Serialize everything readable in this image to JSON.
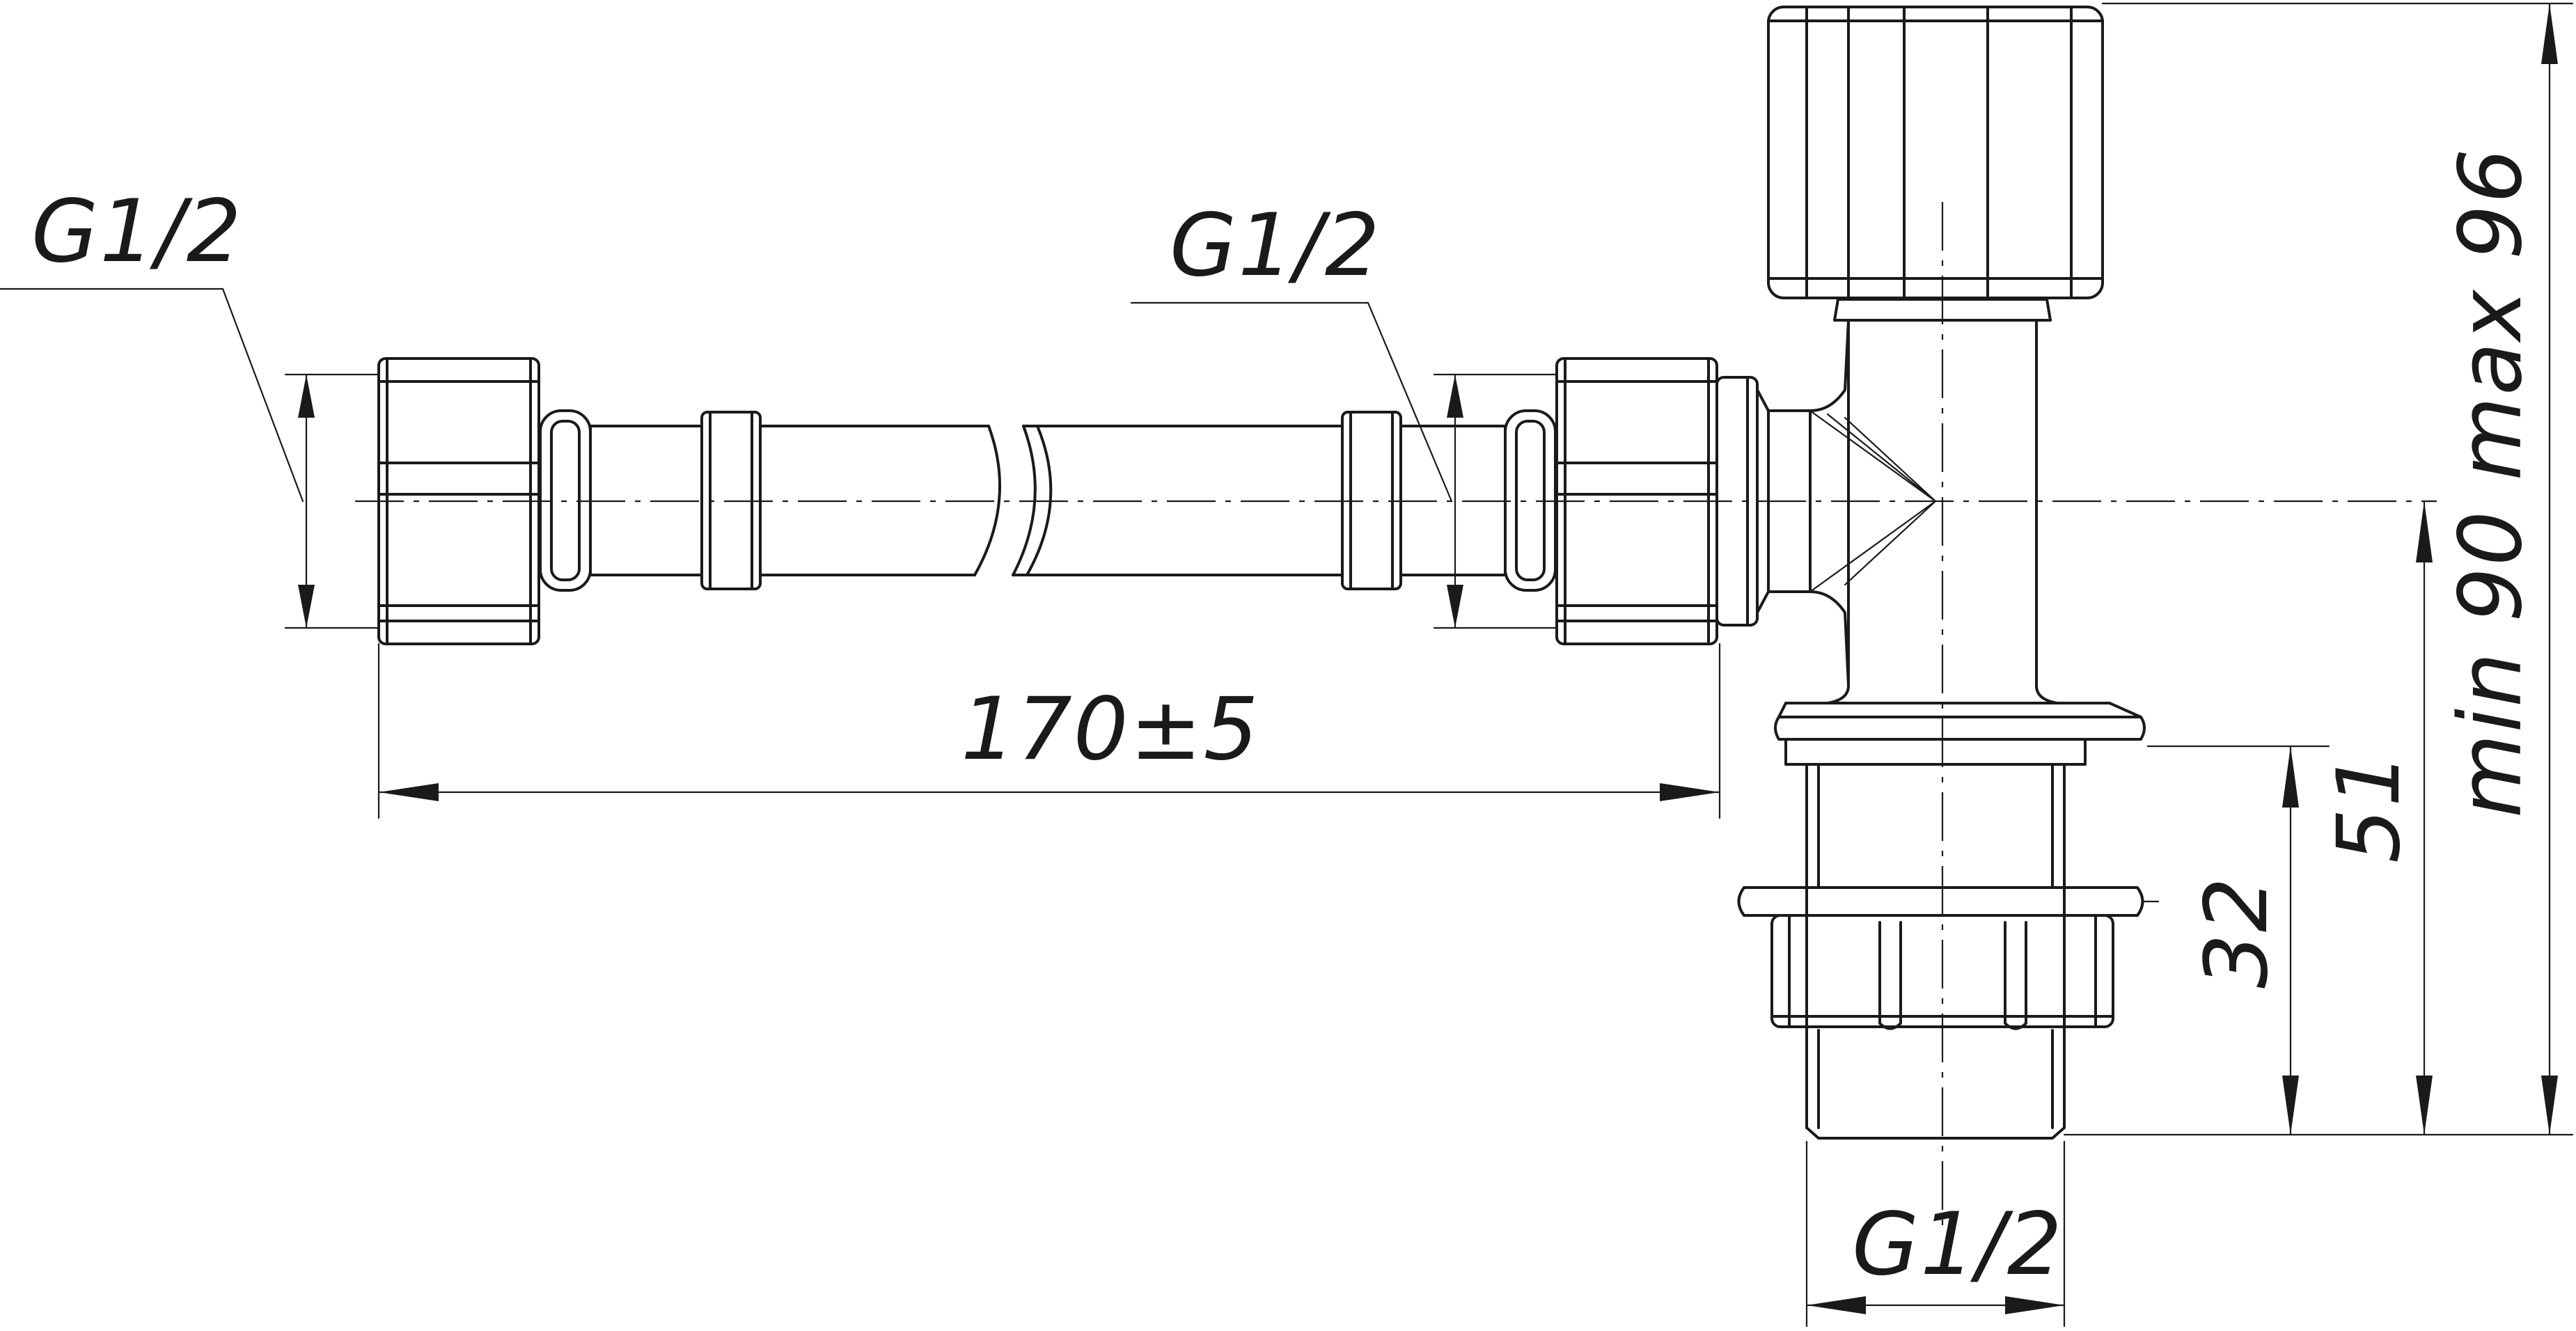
{
  "drawing": {
    "labels": {
      "thread_left": "G1/2",
      "thread_middle": "G1/2",
      "thread_bottom": "G1/2",
      "hose_length": "170±5",
      "height_total": "min 90  max 96",
      "height_51": "51",
      "height_32": "32"
    },
    "colors": {
      "line": "#1a1a1a",
      "background": "#ffffff"
    }
  }
}
